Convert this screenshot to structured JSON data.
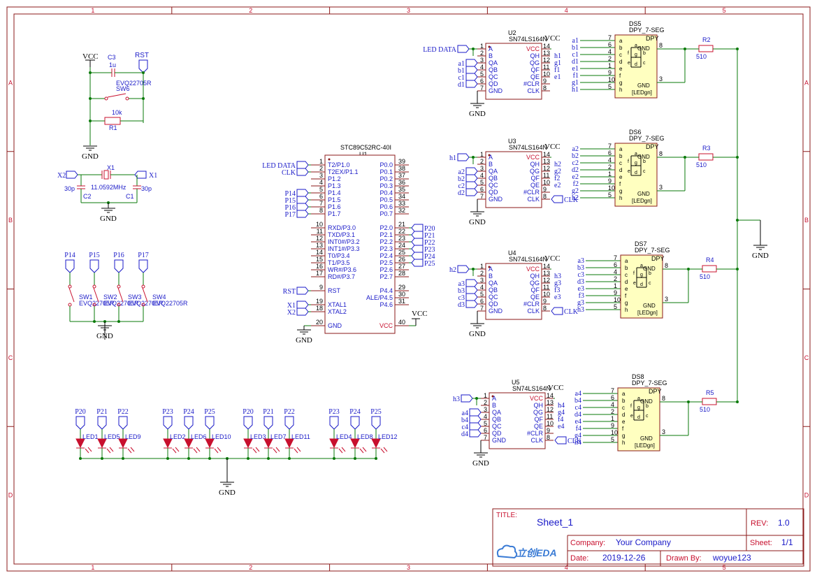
{
  "frame": {
    "columns": [
      "1",
      "2",
      "3",
      "4",
      "5"
    ],
    "rows": [
      "A",
      "B",
      "C",
      "D"
    ]
  },
  "title_block": {
    "title_label": "TITLE:",
    "title": "Sheet_1",
    "rev_label": "REV:",
    "rev": "1.0",
    "company_label": "Company:",
    "company": "Your Company",
    "sheet_label": "Sheet:",
    "sheet": "1/1",
    "date_label": "Date:",
    "date": "2019-12-26",
    "drawn_label": "Drawn By:",
    "drawn_by": "woyue123",
    "logo_text": "立创EDA"
  },
  "nets": {
    "vcc": "VCC",
    "gnd": "GND",
    "rst": "RST",
    "clk": "CLK",
    "led_data": "LED DATA"
  },
  "reset": {
    "cap": "C3",
    "cap_value": "1u",
    "switch": "SW6",
    "switch_part": "EVQ22705R",
    "res": "R1",
    "res_value": "10k"
  },
  "crystal": {
    "ref": "X1",
    "freq": "11.0592MHz",
    "x1_label": "X1",
    "x2_label": "X2",
    "c1": "C1",
    "c2": "C2",
    "c1_value": "30p",
    "c2_value": "30p"
  },
  "switches": [
    {
      "ref": "SW1",
      "net": "P14",
      "part": "EVQ22705R"
    },
    {
      "ref": "SW2",
      "net": "P15",
      "part": "EVQ22705R"
    },
    {
      "ref": "SW3",
      "net": "P16",
      "part": "EVQ22705R"
    },
    {
      "ref": "SW4",
      "net": "P17",
      "part": "EVQ22705R"
    }
  ],
  "mcu": {
    "ref": "U1",
    "part": "STC89C52RC-40I",
    "left_pins": [
      {
        "num": "1",
        "name": "T2/P1.0"
      },
      {
        "num": "2",
        "name": "T2EX/P1.1"
      },
      {
        "num": "3",
        "name": "P1.2"
      },
      {
        "num": "4",
        "name": "P1.3"
      },
      {
        "num": "5",
        "name": "P1.4"
      },
      {
        "num": "6",
        "name": "P1.5"
      },
      {
        "num": "7",
        "name": "P1.6"
      },
      {
        "num": "8",
        "name": "P1.7"
      },
      {
        "num": "10",
        "name": "RXD/P3.0"
      },
      {
        "num": "11",
        "name": "TXD/P3.1"
      },
      {
        "num": "12",
        "name": "INT0#/P3.2"
      },
      {
        "num": "13",
        "name": "INT1#/P3.3"
      },
      {
        "num": "14",
        "name": "T0/P3.4"
      },
      {
        "num": "15",
        "name": "T1/P3.5"
      },
      {
        "num": "16",
        "name": "WR#/P3.6"
      },
      {
        "num": "17",
        "name": "RD#/P3.7"
      },
      {
        "num": "9",
        "name": "RST"
      },
      {
        "num": "19",
        "name": "XTAL1"
      },
      {
        "num": "18",
        "name": "XTAL2"
      },
      {
        "num": "20",
        "name": "GND"
      }
    ],
    "right_pins": [
      {
        "num": "39",
        "name": "P0.0"
      },
      {
        "num": "38",
        "name": "P0.1"
      },
      {
        "num": "37",
        "name": "P0.2"
      },
      {
        "num": "36",
        "name": "P0.3"
      },
      {
        "num": "35",
        "name": "P0.4"
      },
      {
        "num": "34",
        "name": "P0.5"
      },
      {
        "num": "33",
        "name": "P0.6"
      },
      {
        "num": "32",
        "name": "P0.7"
      },
      {
        "num": "21",
        "name": "P2.0"
      },
      {
        "num": "22",
        "name": "P2.1"
      },
      {
        "num": "23",
        "name": "P2.2"
      },
      {
        "num": "24",
        "name": "P2.3"
      },
      {
        "num": "25",
        "name": "P2.4"
      },
      {
        "num": "26",
        "name": "P2.5"
      },
      {
        "num": "27",
        "name": "P2.6"
      },
      {
        "num": "28",
        "name": "P2.7"
      },
      {
        "num": "29",
        "name": "P4.4"
      },
      {
        "num": "30",
        "name": "ALE/P4.5"
      },
      {
        "num": "31",
        "name": "P4.6"
      },
      {
        "num": "40",
        "name": "VCC"
      }
    ],
    "left_nets": [
      "LED DATA",
      "CLK",
      "P14",
      "P15",
      "P16",
      "P17",
      "RST",
      "X1",
      "X2"
    ],
    "right_nets": [
      "P20",
      "P21",
      "P22",
      "P23",
      "P24",
      "P25"
    ]
  },
  "shift_registers": [
    {
      "ref": "U2",
      "part": "SN74LS164N",
      "input": "LED DATA",
      "outputs": [
        "a1",
        "b1",
        "c1",
        "d1"
      ],
      "right_nets": [
        "h1",
        "g1",
        "f1",
        "e1"
      ]
    },
    {
      "ref": "U3",
      "part": "SN74LS164N",
      "input": "h1",
      "outputs": [
        "a2",
        "b2",
        "c2",
        "d2"
      ],
      "right_nets": [
        "h2",
        "g2",
        "f2",
        "e2"
      ]
    },
    {
      "ref": "U4",
      "part": "SN74LS164N",
      "input": "h2",
      "outputs": [
        "a3",
        "b3",
        "c3",
        "d3"
      ],
      "right_nets": [
        "h3",
        "g3",
        "f3",
        "e3"
      ]
    },
    {
      "ref": "U5",
      "part": "SN74LS164N",
      "input": "h3",
      "outputs": [
        "a4",
        "b4",
        "c4",
        "d4"
      ],
      "right_nets": [
        "h4",
        "g4",
        "f4",
        "e4"
      ]
    }
  ],
  "sr_pins": {
    "left": [
      {
        "num": "1",
        "name": "A"
      },
      {
        "num": "2",
        "name": "B"
      },
      {
        "num": "3",
        "name": "QA"
      },
      {
        "num": "4",
        "name": "QB"
      },
      {
        "num": "5",
        "name": "QC"
      },
      {
        "num": "6",
        "name": "QD"
      },
      {
        "num": "7",
        "name": "GND"
      }
    ],
    "right": [
      {
        "num": "14",
        "name": "VCC"
      },
      {
        "num": "13",
        "name": "QH"
      },
      {
        "num": "12",
        "name": "QG"
      },
      {
        "num": "11",
        "name": "QF"
      },
      {
        "num": "10",
        "name": "QE"
      },
      {
        "num": "9",
        "name": "#CLR"
      },
      {
        "num": "8",
        "name": "CLK"
      }
    ]
  },
  "displays": [
    {
      "ref": "DS5",
      "part": "DPY_7-SEG",
      "res": "R2",
      "res_value": "510",
      "digit": "1"
    },
    {
      "ref": "DS6",
      "part": "DPY_7-SEG",
      "res": "R3",
      "res_value": "510",
      "digit": "2"
    },
    {
      "ref": "DS7",
      "part": "DPY_7-SEG",
      "res": "R4",
      "res_value": "510",
      "digit": "3"
    },
    {
      "ref": "DS8",
      "part": "DPY_7-SEG",
      "res": "R5",
      "res_value": "510",
      "digit": "4"
    }
  ],
  "display_pins": {
    "segments": [
      "a",
      "b",
      "c",
      "d",
      "e",
      "f",
      "g",
      "h"
    ],
    "numbers": [
      "7",
      "6",
      "4",
      "2",
      "1",
      "9",
      "10",
      "5"
    ],
    "dpy": "DPY",
    "gnd": "GND",
    "tag": "[LEDgn]",
    "com_pin_a": "8",
    "com_pin_b": "3"
  },
  "leds": [
    {
      "ref": "LED1",
      "net": "P20"
    },
    {
      "ref": "LED5",
      "net": "P21"
    },
    {
      "ref": "LED9",
      "net": "P22"
    },
    {
      "ref": "LED2",
      "net": "P23"
    },
    {
      "ref": "LED6",
      "net": "P24"
    },
    {
      "ref": "LED10",
      "net": "P25"
    },
    {
      "ref": "LED3",
      "net": "P20"
    },
    {
      "ref": "LED7",
      "net": "P21"
    },
    {
      "ref": "LED11",
      "net": "P22"
    },
    {
      "ref": "LED4",
      "net": "P23"
    },
    {
      "ref": "LED8",
      "net": "P24"
    },
    {
      "ref": "LED12",
      "net": "P25"
    }
  ]
}
